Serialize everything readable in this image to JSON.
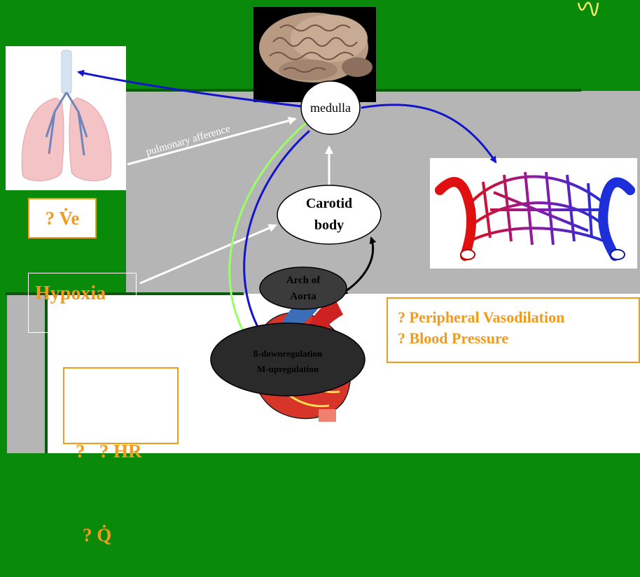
{
  "nodes": {
    "medulla": "medulla",
    "carotid_line1": "Carotid",
    "carotid_line2": "body",
    "arch_line1": "Arch of",
    "arch_line2": "Aorta",
    "beta_line1": "ß-downregulation",
    "beta_line2": "M-upregulation"
  },
  "labels": {
    "pulmonary_afference": "pulmonary afference",
    "ve": "? V̇e",
    "hypoxia": "Hypoxia",
    "peripheral_line1": "? Peripheral Vasodilation",
    "peripheral_line2": "? Blood Pressure",
    "hr_line1": "?   ? HR",
    "hr_line2": "? Q̇"
  },
  "colors": {
    "background": "#0a8a0a",
    "panel_gray": "#b5b5b5",
    "orange": "#f39a1a",
    "blue_arrow": "#1414cc",
    "green_arrow": "#99ff66",
    "white_arrow": "#ffffff"
  },
  "images": [
    "brain-image",
    "lungs-image",
    "capillary-network-image",
    "heart-image"
  ]
}
